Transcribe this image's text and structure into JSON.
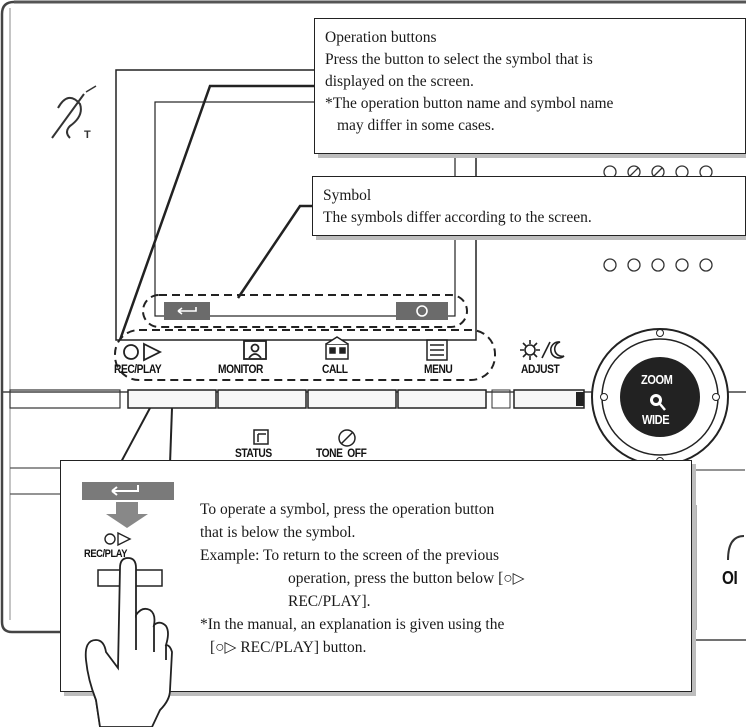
{
  "callouts": {
    "operation_buttons": {
      "title": "Operation buttons",
      "line1": "Press the button to select the symbol that is",
      "line2": "displayed on the screen.",
      "line3": "*The operation button name and symbol name",
      "line4": "may differ in some cases."
    },
    "symbol": {
      "title": "Symbol",
      "line1": "The symbols differ according to the screen."
    },
    "howto": {
      "line1": "To operate a symbol, press the operation button",
      "line2": "that is below the symbol.",
      "line3": "Example: To return to the screen of the previous",
      "line4": "operation, press the button below [○▷",
      "line5": "REC/PLAY].",
      "line6": "*In the manual, an explanation is given using the",
      "line7": "[○▷ REC/PLAY] button."
    }
  },
  "buttons": {
    "rec_play": "REC/PLAY",
    "monitor": "MONITOR",
    "call": "CALL",
    "menu": "MENU",
    "adjust": "ADJUST",
    "status": "STATUS",
    "tone_off": "TONE  OFF",
    "zoom": "ZOOM",
    "wide": "WIDE"
  },
  "inset": {
    "rec_play": "REC/PLAY"
  },
  "side_label": "OI",
  "colors": {
    "symbol_bar": "#6b6b6b",
    "outline": "#222222",
    "shadow": "#bdbdbd"
  }
}
